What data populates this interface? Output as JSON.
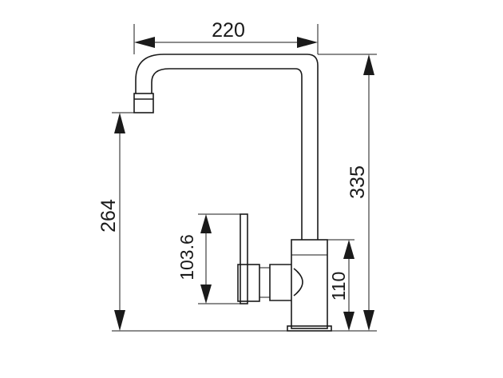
{
  "dimensions": {
    "width": "220",
    "total_height": "335",
    "spout_height": "264",
    "handle_height": "103.6",
    "body_height": "110"
  },
  "colors": {
    "ink": "#1a1a1a",
    "background": "#ffffff"
  }
}
